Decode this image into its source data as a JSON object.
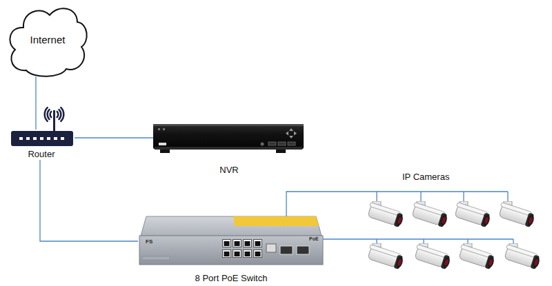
{
  "diagram": {
    "nodes": [
      {
        "text": [
          "Internet"
        ]
      },
      {
        "text": [
          "Router"
        ]
      },
      {
        "text": [
          "NVR"
        ]
      },
      {
        "text": [
          "8 Port PoE Switch"
        ]
      }
    ],
    "edges": [
      {
        "from": 0,
        "to": 1,
        "arrow": "none"
      },
      {
        "from": 1,
        "to": 2,
        "arrow": "none"
      },
      {
        "from": 1,
        "to": 3,
        "arrow": "none"
      }
    ],
    "labels": [
      "IP Cameras",
      "FS",
      "PoE"
    ]
  }
}
